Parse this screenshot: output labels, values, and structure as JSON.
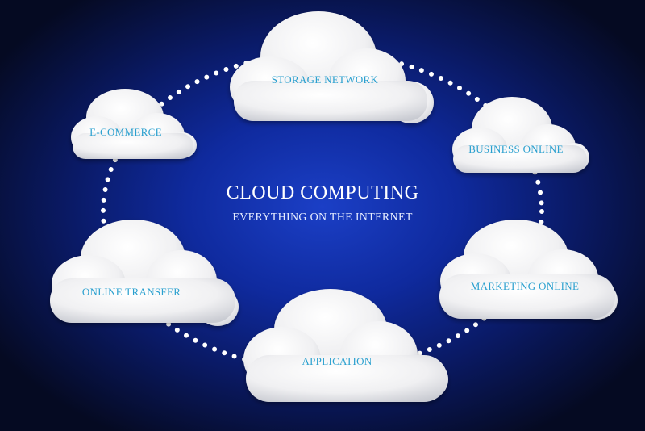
{
  "center": {
    "title": "CLOUD COMPUTING",
    "subtitle": "EVERYTHING ON THE INTERNET"
  },
  "clouds": [
    {
      "label": "STORAGE NETWORK"
    },
    {
      "label": "E-COMMERCE"
    },
    {
      "label": "BUSINESS ONLINE"
    },
    {
      "label": "ONLINE TRANSFER"
    },
    {
      "label": "MARKETING ONLINE"
    },
    {
      "label": "APPLICATION"
    }
  ],
  "colors": {
    "background": "#0f2a9e",
    "cloud": "#f2f2f2",
    "label": "#2aa0cf",
    "dots": "#ffffff"
  }
}
